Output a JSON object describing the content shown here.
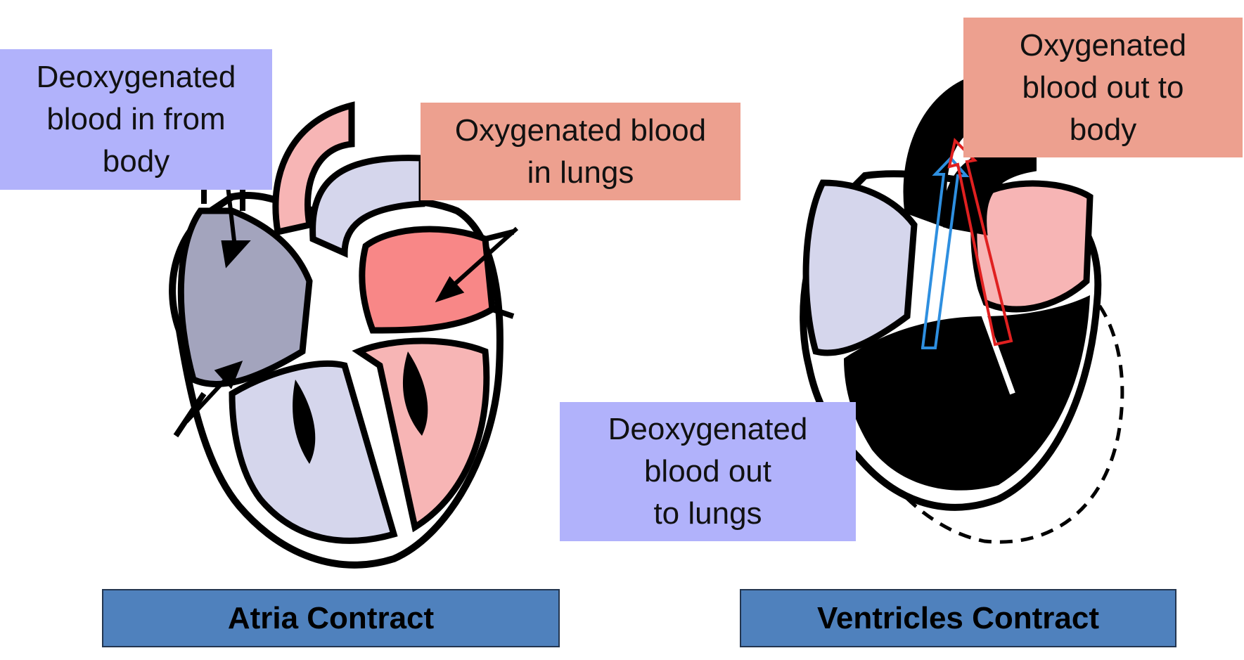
{
  "labels": {
    "deoxy_in": "Deoxygenated\nblood in from\nbody",
    "oxy_in": "Oxygenated blood\nin lungs",
    "oxy_out": "Oxygenated\nblood out to\nbody",
    "deoxy_out": "Deoxygenated\nblood out\nto lungs"
  },
  "captions": {
    "left": "Atria Contract",
    "right": "Ventricles Contract"
  },
  "colors": {
    "deoxygenated_label": "#b1b2fb",
    "oxygenated_label": "#eda08f",
    "caption_fill": "#4f81bd",
    "atrium_deoxygenated": "#a3a4bd",
    "atrium_oxygenated": "#f88787",
    "ventricle_deoxygenated": "#d5d6ec",
    "ventricle_oxygenated": "#f7b5b5",
    "flow_arrow_deoxygenated": "#2e8fe0",
    "flow_arrow_oxygenated": "#e02020"
  }
}
